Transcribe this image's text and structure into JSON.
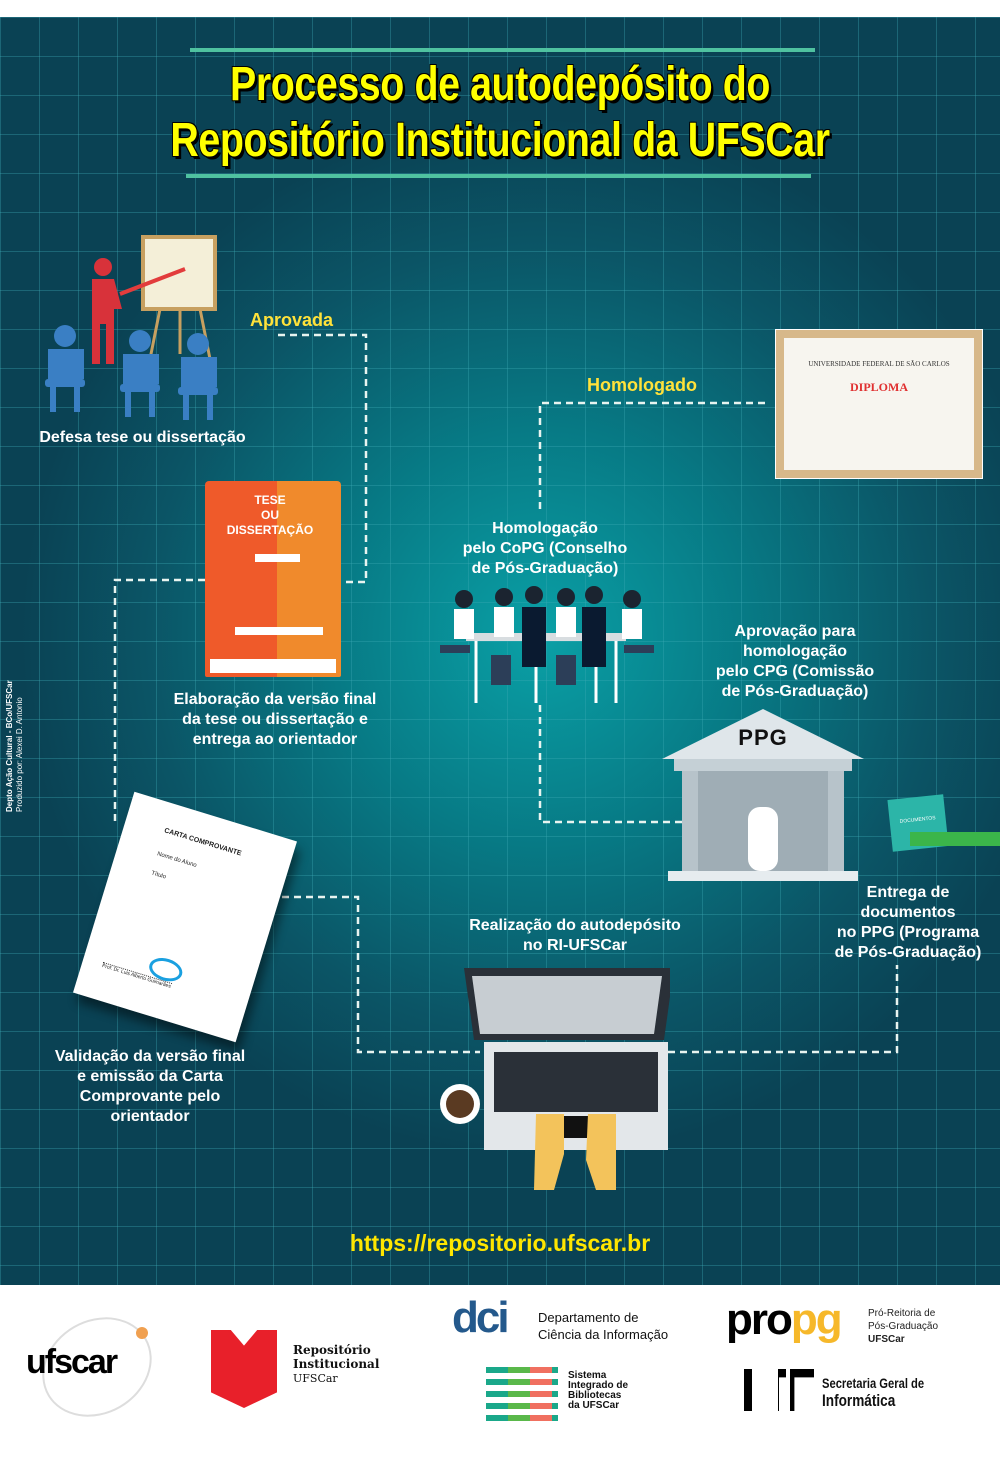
{
  "title": {
    "line1": "Processo de autodepósito do",
    "line2": "Repositório Institucional da UFSCar"
  },
  "side_credit": {
    "line1": "Depto Ação Cultural - BCo/UFSCar",
    "line2": "Produzido por: Alexei D. Antonio"
  },
  "steps": {
    "defesa": "Defesa tese ou dissertação",
    "aprovada": "Aprovada",
    "book": {
      "line1": "TESE",
      "line2": "OU",
      "line3": "DISSERTAÇÃO"
    },
    "elaboracao": [
      "Elaboração da versão final",
      "da tese ou dissertação e",
      "entrega ao orientador"
    ],
    "carta": {
      "title": "CARTA COMPROVANTE",
      "field1": "Nome do Aluno",
      "field2": "Título",
      "sign": "Prof. Dr. Luis Alberto Guimarães"
    },
    "validacao": [
      "Validação da versão final",
      "e emissão da Carta",
      "Comprovante pelo",
      "orientador"
    ],
    "homologado": "Homologado",
    "diploma": {
      "university": "UNIVERSIDADE FEDERAL DE SÃO CARLOS",
      "title": "DIPLOMA"
    },
    "homologacao": [
      "Homologação",
      "pelo CoPG (Conselho",
      "de Pós-Graduação)"
    ],
    "aprovacao": [
      "Aprovação para",
      "homologação",
      "pelo CPG (Comissão",
      "de Pós-Graduação)"
    ],
    "ppg": "PPG",
    "documentos": "DOCUMENTOS",
    "entrega": [
      "Entrega de",
      "documentos",
      "no PPG (Programa",
      "de Pós-Graduação)"
    ],
    "realizacao": [
      "Realização do autodepósito",
      "no RI-UFSCar"
    ]
  },
  "url": "https://repositorio.ufscar.br",
  "footer": {
    "ufscar": "ufscar",
    "ri": {
      "line1": "Repositório",
      "line2": "Institucional",
      "line3": "UFSCar"
    },
    "dci": {
      "logo": "dci",
      "line1": "Departamento de",
      "line2": "Ciência da Informação"
    },
    "sibi": {
      "line1": "Sistema",
      "line2": "Integrado de",
      "line3": "Bibliotecas",
      "line4": "da UFSCar"
    },
    "propg": {
      "logo_a": "pro",
      "logo_b": "pg",
      "line1": "Pró-Reitoria de",
      "line2": "Pós-Graduação",
      "line3": "UFSCar"
    },
    "sin": {
      "line1": "Secretaria Geral de",
      "line2": "Informática"
    }
  }
}
